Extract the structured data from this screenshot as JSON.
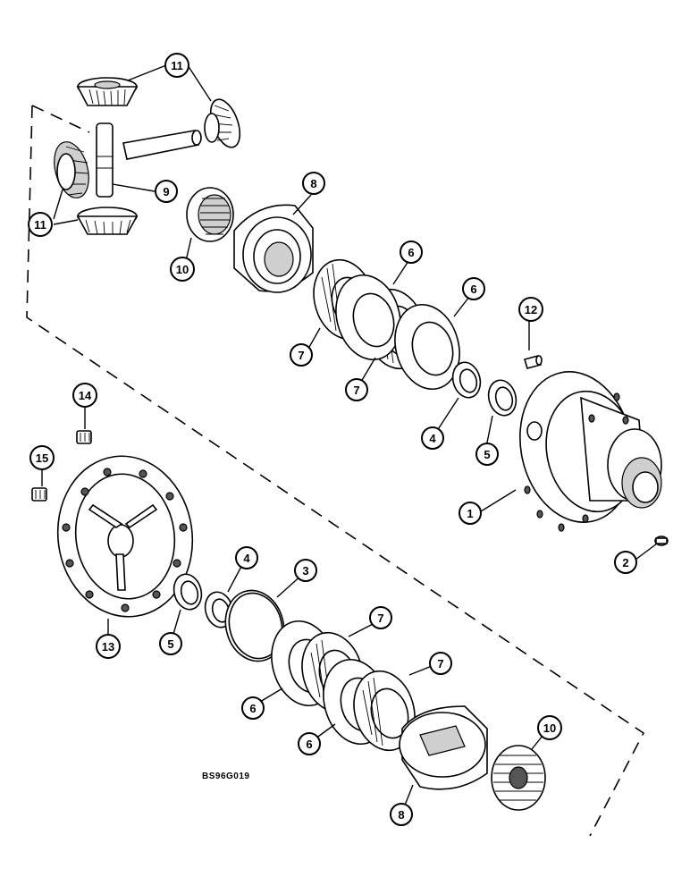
{
  "figure_code": "BS96G019",
  "callouts": {
    "c11a": "11",
    "c11b": "11",
    "c9": "9",
    "c8a": "8",
    "c10a": "10",
    "c6a": "6",
    "c6b": "6",
    "c7a": "7",
    "c7b": "7",
    "c12": "12",
    "c4a": "4",
    "c5a": "5",
    "c1": "1",
    "c2": "2",
    "c14": "14",
    "c15": "15",
    "c13": "13",
    "c5b": "5",
    "c4b": "4",
    "c3": "3",
    "c7c": "7",
    "c7d": "7",
    "c6c": "6",
    "c6d": "6",
    "c10b": "10",
    "c8b": "8"
  }
}
